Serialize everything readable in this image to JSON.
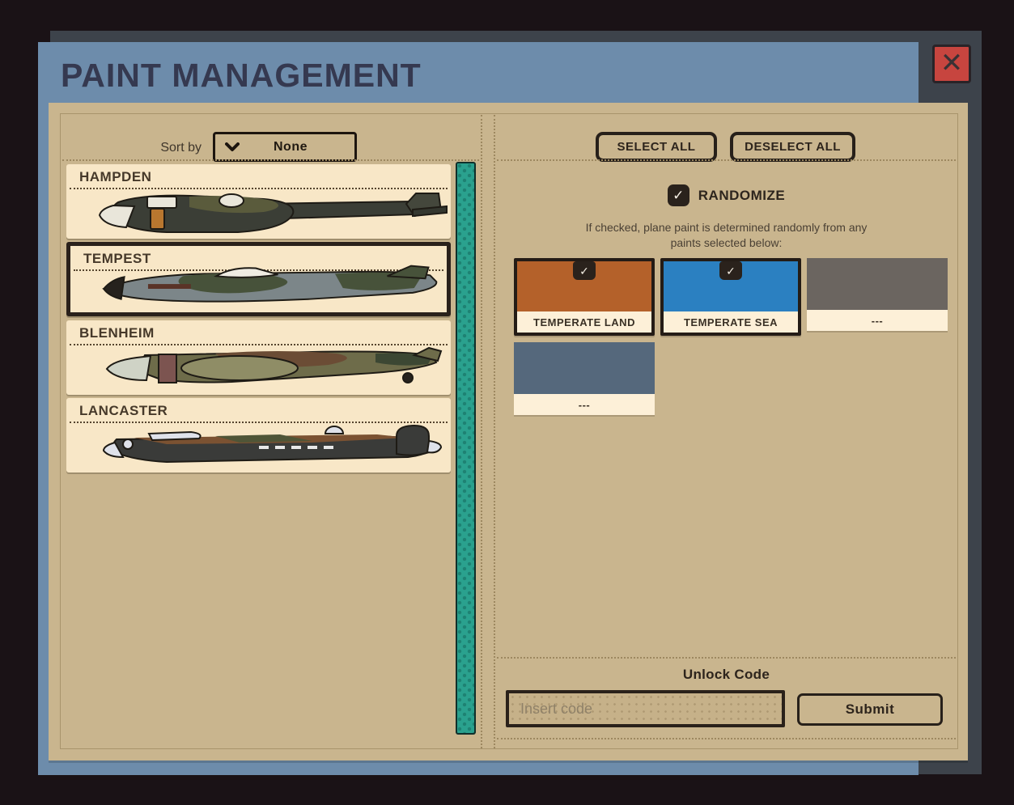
{
  "window": {
    "title": "PAINT MANAGEMENT",
    "close_glyph": "✕"
  },
  "sort": {
    "label": "Sort by",
    "value": "None"
  },
  "planes": [
    {
      "name": "HAMPDEN",
      "selected": false
    },
    {
      "name": "TEMPEST",
      "selected": true
    },
    {
      "name": "BLENHEIM",
      "selected": false
    },
    {
      "name": "LANCASTER",
      "selected": false
    }
  ],
  "actions": {
    "select_all": "SELECT ALL",
    "deselect_all": "DESELECT ALL"
  },
  "randomize": {
    "label": "RANDOMIZE",
    "checked": true,
    "check_glyph": "✓",
    "description_line1": "If checked, plane paint is determined randomly from any",
    "description_line2": "paints selected below:"
  },
  "paints": [
    {
      "name": "TEMPERATE LAND",
      "color": "#b4612a",
      "selected": true
    },
    {
      "name": "TEMPERATE SEA",
      "color": "#2b80c1",
      "selected": true
    },
    {
      "name": "---",
      "color": "#6b6560",
      "selected": false
    },
    {
      "name": "---",
      "color": "#55687c",
      "selected": false
    }
  ],
  "unlock": {
    "heading": "Unlock Code",
    "placeholder": "Insert code",
    "submit": "Submit"
  },
  "colors": {
    "background": "#1a1216",
    "backing": "#3d434b",
    "window_blue": "#6d8cab",
    "panel_tan": "#c9b58e",
    "card_cream": "#f8e7c7",
    "ink": "#27201a",
    "scrollbar_teal": "#2aa18e",
    "close_red": "#c7453f",
    "title_navy": "#353950"
  }
}
